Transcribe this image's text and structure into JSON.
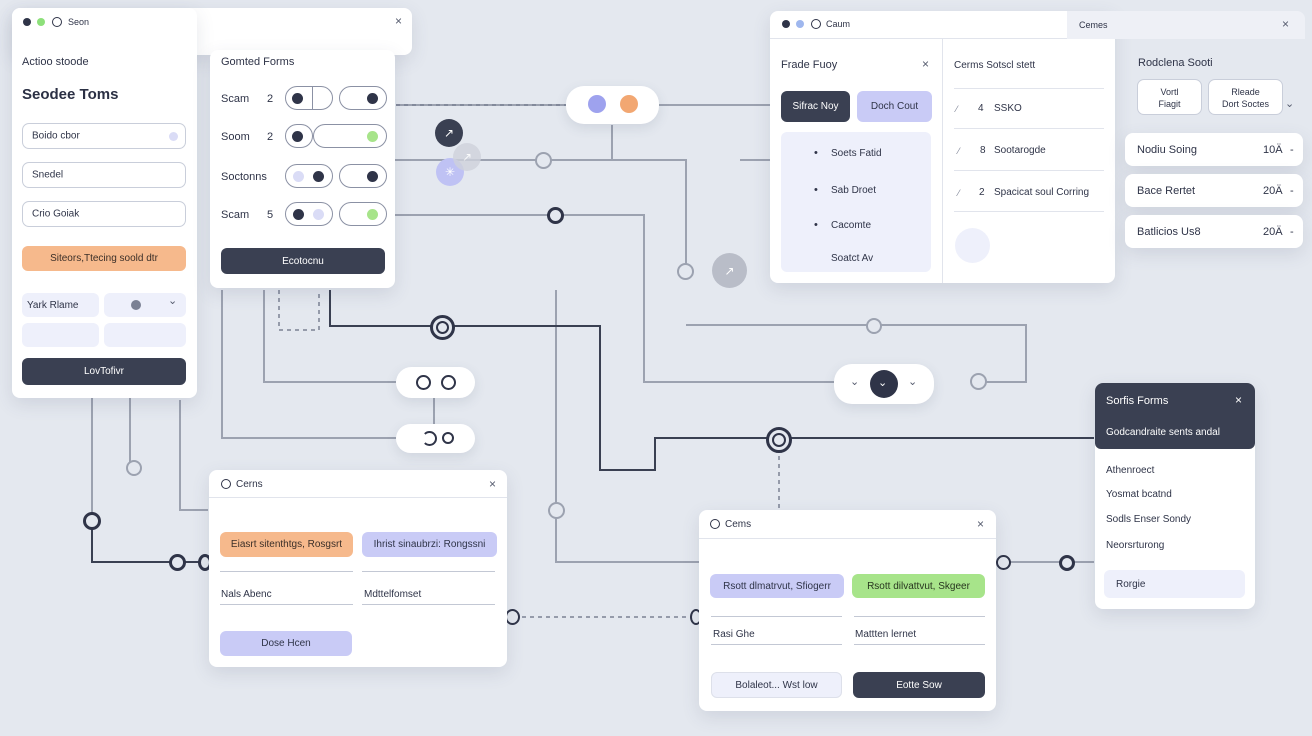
{
  "colors": {
    "background": "#e4e8ef",
    "dark": "#3a4052",
    "peach": "#f6b98c",
    "lavender": "#c9cbf6",
    "green": "#a7e48a",
    "link": "#9ca2b0"
  },
  "window1": {
    "tab_title": "Seon",
    "section_label": "Actioo stoode",
    "title": "Seodee Toms",
    "fields": [
      "Boido cbor",
      "Snedel",
      "Crio Goiak"
    ],
    "peach_bar": "Siteors,Ttecing soold dtr",
    "small_label": "Yark Rlame",
    "submit": "LovTofivr"
  },
  "window2": {
    "title": "Gomted Forms",
    "rows": [
      {
        "label": "Scam",
        "num": "2"
      },
      {
        "label": "Soom",
        "num": "2"
      },
      {
        "label": "Soctonns",
        "num": ""
      },
      {
        "label": "Scam",
        "num": "5"
      }
    ],
    "button": "Ecotocnu"
  },
  "window3": {
    "tab_title": "Caum",
    "right_tab": "Cemes",
    "left_title": "Frade Fuoy",
    "btn_dark": "Sifrac Noy",
    "btn_lav": "Doch Cout",
    "list_items": [
      "Soets Fatid",
      "Sab Droet",
      "Cacomte",
      "Soatct Av"
    ],
    "right_title": "Cerms Sotscl stett",
    "right_items": [
      {
        "idx": "4",
        "label": "SSKO"
      },
      {
        "idx": "8",
        "label": "Sootarogde"
      },
      {
        "idx": "2",
        "label": "Spacicat soul Corring"
      }
    ]
  },
  "window4": {
    "title": "Rodclena Sooti",
    "box1": [
      "Vortl",
      "Fiagit"
    ],
    "box2": [
      "Rleade",
      "Dort Soctes"
    ],
    "rows": [
      {
        "label": "Nodiu Soing",
        "value": "10Ä"
      },
      {
        "label": "Bace Rertet",
        "value": "20Ä"
      },
      {
        "label": "Batlicios Us8",
        "value": "20Ä"
      }
    ]
  },
  "window5": {
    "title": "Sorfis Forms",
    "subtitle": "Godcandraite sents andal",
    "items": [
      "Athenroect",
      "Yosmat bcatnd",
      "Sodls Enser Sondy",
      "Neorsrturong"
    ],
    "button": "Rorgie"
  },
  "window6": {
    "tab_title": "Cerns",
    "peach_btn": "Eiasrt sitenthtgs, Rosgsrt",
    "lav_btn": "Ihrist sinaubrzi: Rongssni",
    "field1": "Nals Abenc",
    "field2": "Mdttelfomset",
    "button": "Dose Hcen"
  },
  "window7": {
    "tab_title": "Cems",
    "lav_btn": "Rsott dlmatrvut, Sfiogerr",
    "green_btn": "Rsott dilvattvut, Skgeer",
    "field1": "Rasi Ghe",
    "field2": "Mattten lernet",
    "btn1": "Bolaleot... Wst low",
    "btn2": "Eotte Sow"
  },
  "icons": {
    "close": "×",
    "chevron": "⌄"
  }
}
